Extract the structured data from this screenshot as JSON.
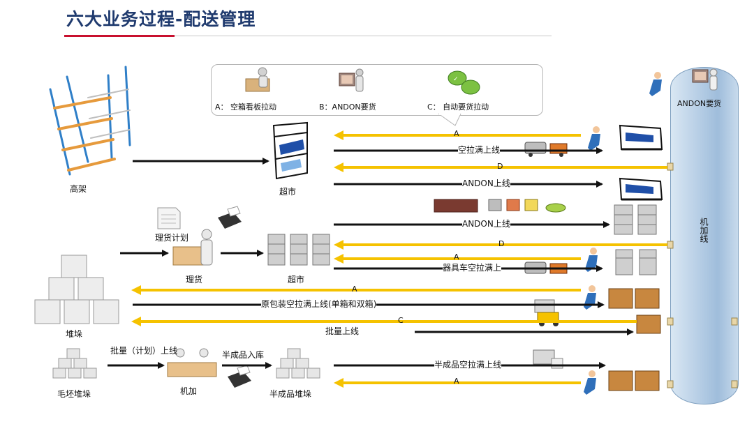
{
  "title": "六大业务过程-配送管理",
  "legend": {
    "a": "A：  空箱看板拉动",
    "b": "B：ANDON要货",
    "c": "C：  自动要货拉动"
  },
  "nodes": {
    "gaojia": "高架",
    "chaoshi_top": "超市",
    "lihuo_jihua": "理货计划",
    "lihuo": "理货",
    "chaoshi_mid": "超市",
    "duiduo": "堆垛",
    "maopi": "毛坯堆垛",
    "jijia": "机加",
    "banchengpin_duiduo": "半成品堆垛",
    "andon_yaohuo": "ANDON要货",
    "line": "机加线"
  },
  "flows": {
    "a1": "A",
    "kong_la": "空拉满上线",
    "d1": "D",
    "andon1": "ANDON上线",
    "andon2": "ANDON上线",
    "d2": "D",
    "a2": "A",
    "qiju": "器具车空拉满上",
    "a3": "A",
    "yuanbaozhuang": "原包装空拉满上线(单箱和双箱)",
    "c1": "C",
    "piliang": "批量上线",
    "piliang_jihua": "批量（计划）上线",
    "banchengpin_ruku": "半成品入库",
    "banchengpin_kong": "半成品空拉满上线",
    "a4": "A"
  },
  "colors": {
    "black_arrow": "#111111",
    "yellow_arrow": "#f5c200",
    "title": "#1f3a6e",
    "accent_red": "#c8102e"
  }
}
